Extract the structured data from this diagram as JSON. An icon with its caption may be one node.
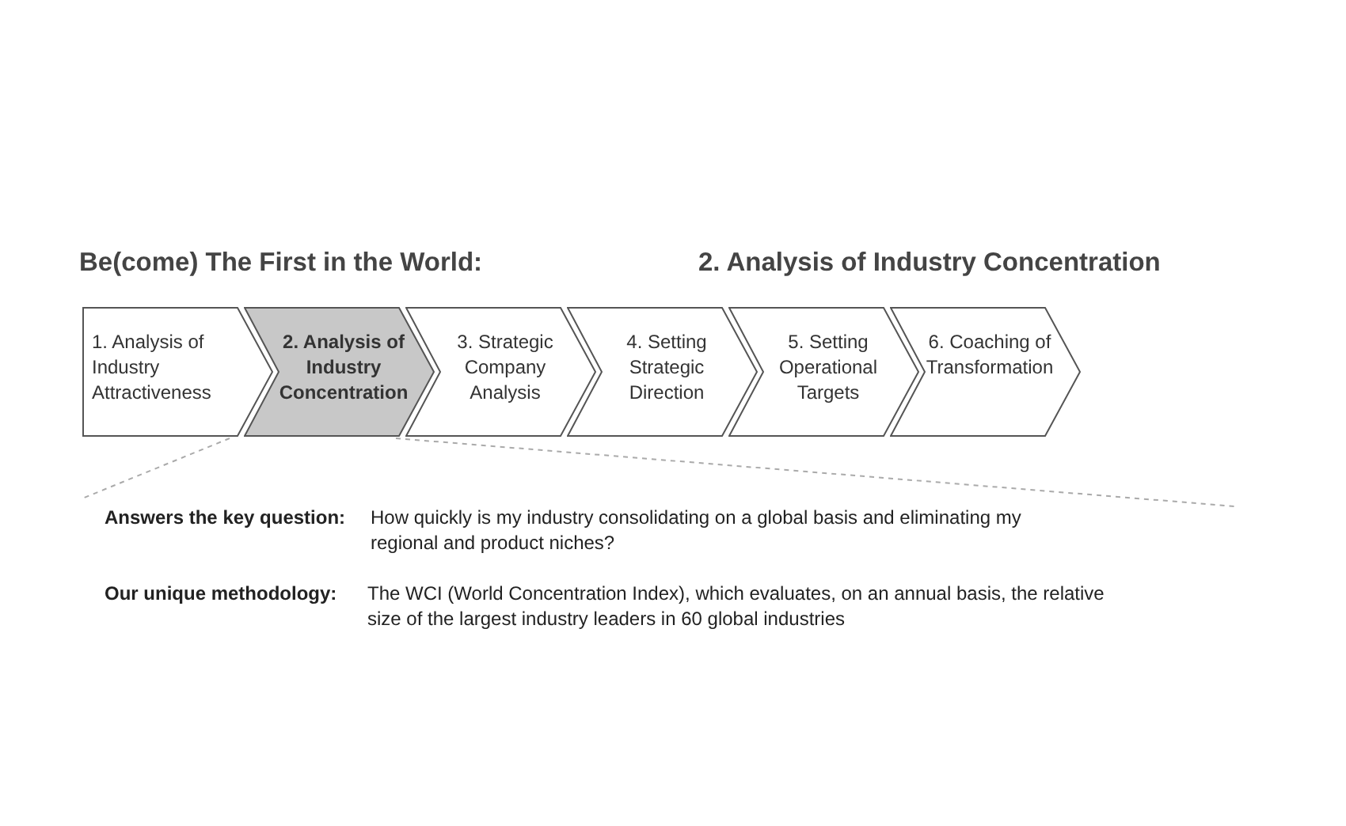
{
  "diagram": {
    "title": "Be(come) The First in the World:",
    "nodes": [
      {
        "text": [
          "1. Analysis of Industry Attractiveness"
        ]
      },
      {
        "text": [
          "2. Analysis of Industry Concentration"
        ]
      },
      {
        "text": [
          "3. Strategic Company Analysis"
        ]
      },
      {
        "text": [
          "4. Setting Strategic Direction"
        ]
      },
      {
        "text": [
          "5. Setting Operational Targets"
        ]
      },
      {
        "text": [
          "6. Coaching of Transformation"
        ]
      }
    ],
    "edges": [],
    "labels": [
      "2. Analysis of Industry Concentration",
      "Answers the key question:",
      "How quickly is my industry consolidating on a global basis and eliminating my regional and product niches?",
      "Our unique methodology:",
      "The WCI (World Concentration Index), which evaluates, on an annual basis, the relative size of the largest industry leaders in 60 global industries"
    ]
  }
}
